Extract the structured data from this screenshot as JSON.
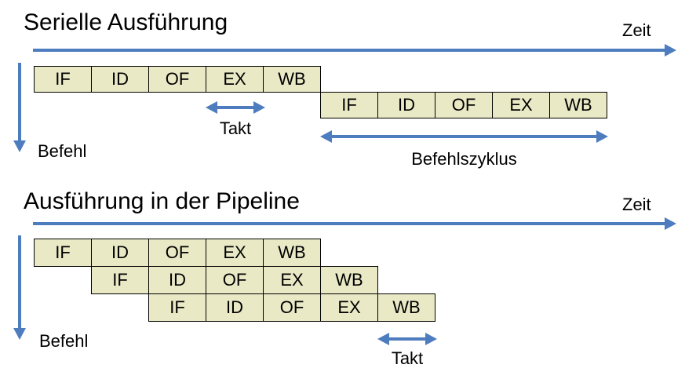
{
  "colors": {
    "arrow_blue": "#4e7dbf",
    "box_fill": "#e9e9c6",
    "box_border": "#000000",
    "text": "#000000"
  },
  "serial": {
    "title": "Serielle Ausführung",
    "time_axis_label": "Zeit",
    "instruction_axis_label": "Befehl",
    "clock_label": "Takt",
    "cycle_label": "Befehlszyklus",
    "instructions": [
      {
        "stages": [
          "IF",
          "ID",
          "OF",
          "EX",
          "WB"
        ]
      },
      {
        "stages": [
          "IF",
          "ID",
          "OF",
          "EX",
          "WB"
        ]
      }
    ]
  },
  "pipeline": {
    "title": "Ausführung in der Pipeline",
    "time_axis_label": "Zeit",
    "instruction_axis_label": "Befehl",
    "clock_label": "Takt",
    "instructions": [
      {
        "stages": [
          "IF",
          "ID",
          "OF",
          "EX",
          "WB"
        ]
      },
      {
        "stages": [
          "IF",
          "ID",
          "OF",
          "EX",
          "WB"
        ]
      },
      {
        "stages": [
          "IF",
          "ID",
          "OF",
          "EX",
          "WB"
        ]
      }
    ]
  }
}
